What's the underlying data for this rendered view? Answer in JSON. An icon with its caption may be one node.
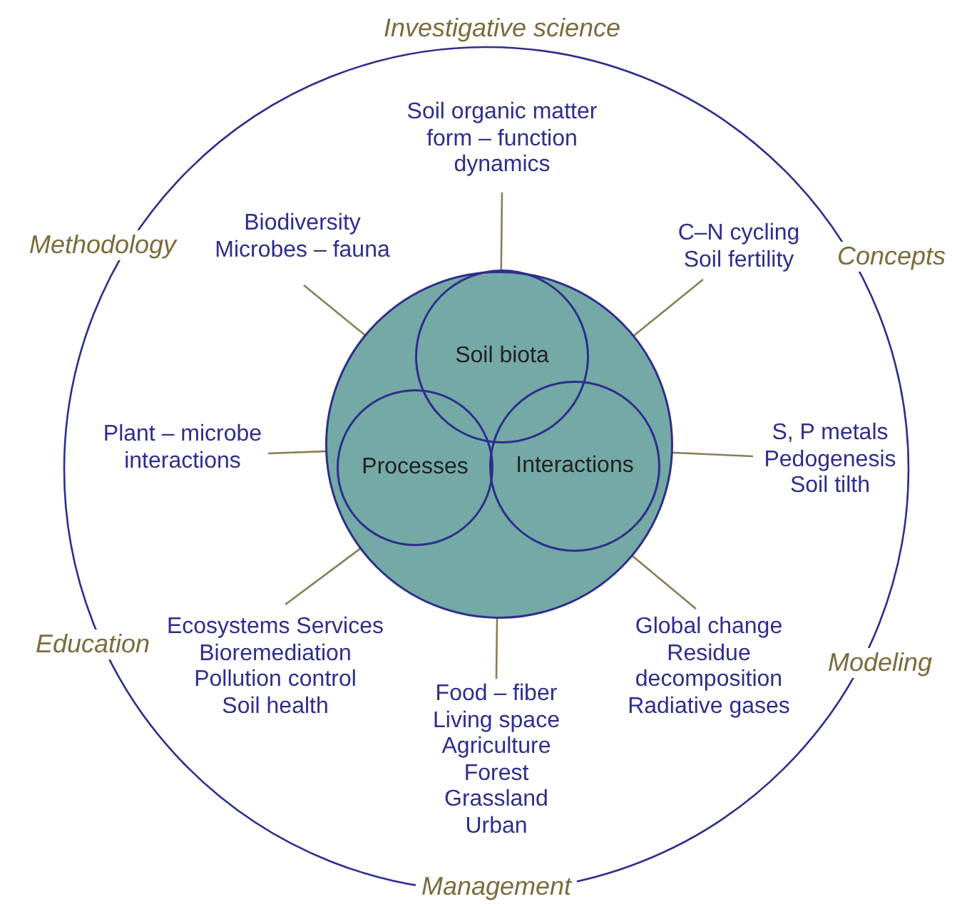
{
  "diagram": {
    "nodes": [
      {
        "text": [],
        "shape": "circle"
      },
      {
        "text": [
          "Soil biota"
        ],
        "in": 0
      },
      {
        "text": [
          "Processes"
        ],
        "in": 0
      },
      {
        "text": [
          "Interactions"
        ],
        "in": 0
      },
      {
        "text": [
          "Soil organic matter form – function dynamics"
        ]
      },
      {
        "text": [
          "Biodiversity",
          "Microbes – fauna"
        ]
      },
      {
        "text": [
          "C–N cycling",
          "Soil fertility"
        ]
      },
      {
        "text": [
          "Plant – microbe interactions"
        ]
      },
      {
        "text": [
          "S, P metals",
          "Pedogenesis",
          "Soil tilth"
        ]
      },
      {
        "text": [
          "Ecosystems Services",
          "Bioremediation",
          "Pollution control",
          "Soil health"
        ]
      },
      {
        "text": [
          "Food – fiber",
          "Living space",
          "Agriculture",
          "Forest",
          "Grassland",
          "Urban"
        ]
      },
      {
        "text": [
          "Global change",
          "Residue decomposition",
          "Radiative gases"
        ]
      }
    ],
    "edges": [
      {
        "from": 0,
        "to": 4,
        "arrow": "none"
      },
      {
        "from": 0,
        "to": 5,
        "arrow": "none"
      },
      {
        "from": 0,
        "to": 6,
        "arrow": "none"
      },
      {
        "from": 0,
        "to": 7,
        "arrow": "none"
      },
      {
        "from": 0,
        "to": 8,
        "arrow": "none"
      },
      {
        "from": 0,
        "to": 9,
        "arrow": "none"
      },
      {
        "from": 0,
        "to": 10,
        "arrow": "none"
      },
      {
        "from": 0,
        "to": 11,
        "arrow": "none"
      }
    ],
    "labels": [
      "Investigative science",
      "Methodology",
      "Concepts",
      "Education",
      "Modeling",
      "Management"
    ]
  }
}
